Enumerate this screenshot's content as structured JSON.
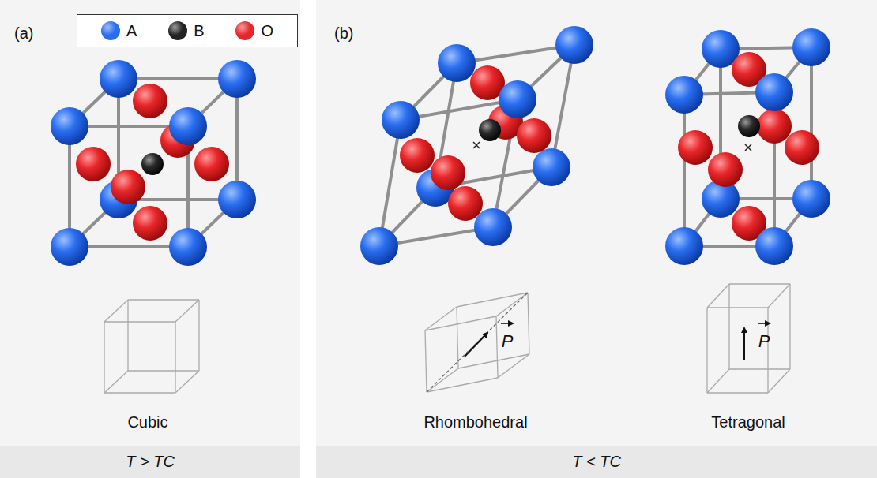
{
  "diagram": {
    "nodes": [
      {
        "text": [
          "T > TC"
        ]
      },
      {
        "text": [
          "T < TC"
        ]
      }
    ],
    "edges": [],
    "labels": [
      "(a)",
      "(b)",
      "Cubic",
      "Rhombohedral",
      "Tetragonal",
      "P",
      "P"
    ],
    "legend": [
      {
        "text": "A",
        "color": "#2a6ef0"
      },
      {
        "text": "B",
        "color": "#222222"
      },
      {
        "text": "O",
        "color": "#e8262a"
      }
    ]
  }
}
